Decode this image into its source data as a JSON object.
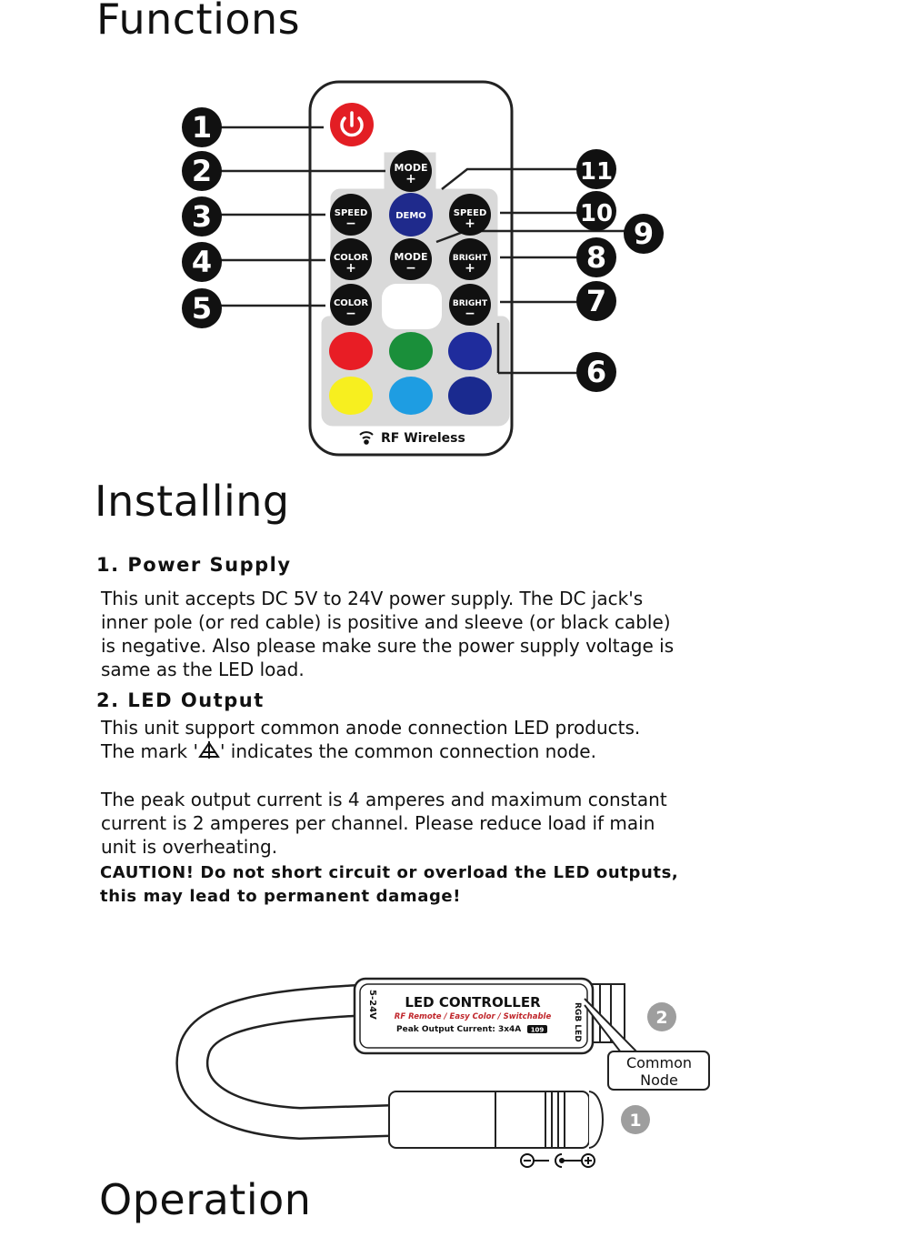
{
  "sections": {
    "functions_title": "Functions",
    "installing_title": "Installing",
    "operation_title": "Operation"
  },
  "remote": {
    "callouts": [
      "1",
      "2",
      "3",
      "4",
      "5",
      "6",
      "7",
      "8",
      "9",
      "10",
      "11"
    ],
    "buttons": {
      "mode_plus": {
        "top": "MODE",
        "bottom": "+"
      },
      "speed_minus": {
        "top": "SPEED",
        "bottom": "−"
      },
      "demo": "DEMO",
      "speed_plus": {
        "top": "SPEED",
        "bottom": "+"
      },
      "color_plus": {
        "top": "COLOR",
        "bottom": "+"
      },
      "mode_minus": {
        "top": "MODE",
        "bottom": "−"
      },
      "bright_plus": {
        "top": "BRIGHT",
        "bottom": "+"
      },
      "color_minus": {
        "top": "COLOR",
        "bottom": "−"
      },
      "bright_minus": {
        "top": "BRIGHT",
        "bottom": "−"
      }
    },
    "color_keys": [
      "#e81d25",
      "#1a8f3a",
      "#1f2c9c",
      "#f7ef1f",
      "#1e9de2",
      "#1a2a8f"
    ],
    "power_color": "#e31e24",
    "wireless_label": "RF Wireless"
  },
  "installing": {
    "power_supply": {
      "heading": "1. Power Supply",
      "lines": [
        "This unit accepts DC 5V to 24V power supply. The DC jack's",
        "inner pole (or red cable) is positive and sleeve (or black cable)",
        "is negative. Also please make sure the power supply voltage is",
        "same as the LED load."
      ]
    },
    "led_output": {
      "heading": "2. LED Output",
      "line1": "This unit support common anode connection LED products.",
      "line2_before": "The mark '",
      "line2_after": "' indicates the common connection node.",
      "current_lines": [
        "The peak output current is 4 amperes and maximum constant",
        "current is 2 amperes per channel. Please reduce load if main",
        "unit is overheating."
      ],
      "caution_lines": [
        "CAUTION!  Do not short circuit or overload the LED outputs,",
        "this may lead to permanent damage!"
      ]
    }
  },
  "controller": {
    "title": "LED CONTROLLER",
    "subtitle": "RF Remote / Easy Color / Switchable",
    "peak": "Peak Output Current: 3x4A",
    "badge": "109",
    "voltage": "5-24V",
    "rgb": "RGB LED",
    "common_node_line1": "Common",
    "common_node_line2": "Node",
    "marker1": "1",
    "marker2": "2",
    "polarity_color": "#111111"
  }
}
